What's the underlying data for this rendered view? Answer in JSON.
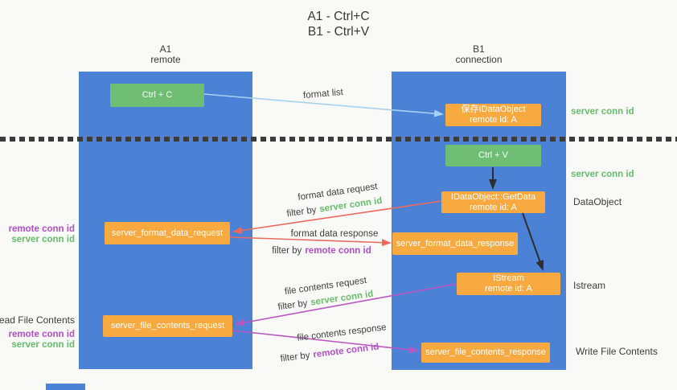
{
  "title": {
    "line1": "A1 - Ctrl+C",
    "line2": "B1 - Ctrl+V"
  },
  "columns": {
    "left": {
      "header_line1": "A1",
      "header_line2": "remote"
    },
    "right": {
      "header_line1": "B1",
      "header_line2": "connection"
    }
  },
  "boxes": {
    "ctrl_c": {
      "label": "Ctrl + C"
    },
    "save_idataobject": {
      "line1": "保存IDataObject",
      "line2": "remote id: A"
    },
    "ctrl_v": {
      "label": "Ctrl + V"
    },
    "getdata": {
      "line1": "IDataObject::GetData",
      "line2": "remote id: A"
    },
    "istream": {
      "line1": "IStream",
      "line2": "remote id: A"
    },
    "format_request": {
      "label": "server_format_data_request"
    },
    "format_response": {
      "label": "server_format_data_response"
    },
    "file_request": {
      "label": "server_file_contents_request"
    },
    "file_response": {
      "label": "server_file_contents_response"
    }
  },
  "flow_labels": {
    "format_list": "format list",
    "format_data_request": "format data request",
    "format_data_response": "format data response",
    "file_contents_request": "file contents request",
    "file_contents_response": "file contents response",
    "filter_by": "filter by",
    "server_conn_id": "server conn id",
    "remote_conn_id": "remote conn id"
  },
  "side_labels": {
    "right_server_conn_top": "server conn id",
    "right_server_conn_mid": "server conn id",
    "dataobject": "DataObject",
    "istream": "Istream",
    "write_file_contents": "Write File Contents",
    "read_file_contents": "Read File Contents",
    "left_remote_conn_top": "remote conn id",
    "left_server_conn_top": "server conn id",
    "left_remote_conn_bottom": "remote conn id",
    "left_server_conn_bottom": "server conn id"
  },
  "colors": {
    "column_blue": "#4c82d6",
    "box_green": "#70bd74",
    "box_orange": "#f8a940",
    "arrow_light_blue": "#a6d2f2",
    "arrow_red": "#ea6a5e",
    "arrow_magenta": "#bb55c3",
    "arrow_black": "#2e2e2e",
    "text_green": "#67bd6b",
    "text_purple": "#b14fc6",
    "divider": "#3b3b3b"
  }
}
